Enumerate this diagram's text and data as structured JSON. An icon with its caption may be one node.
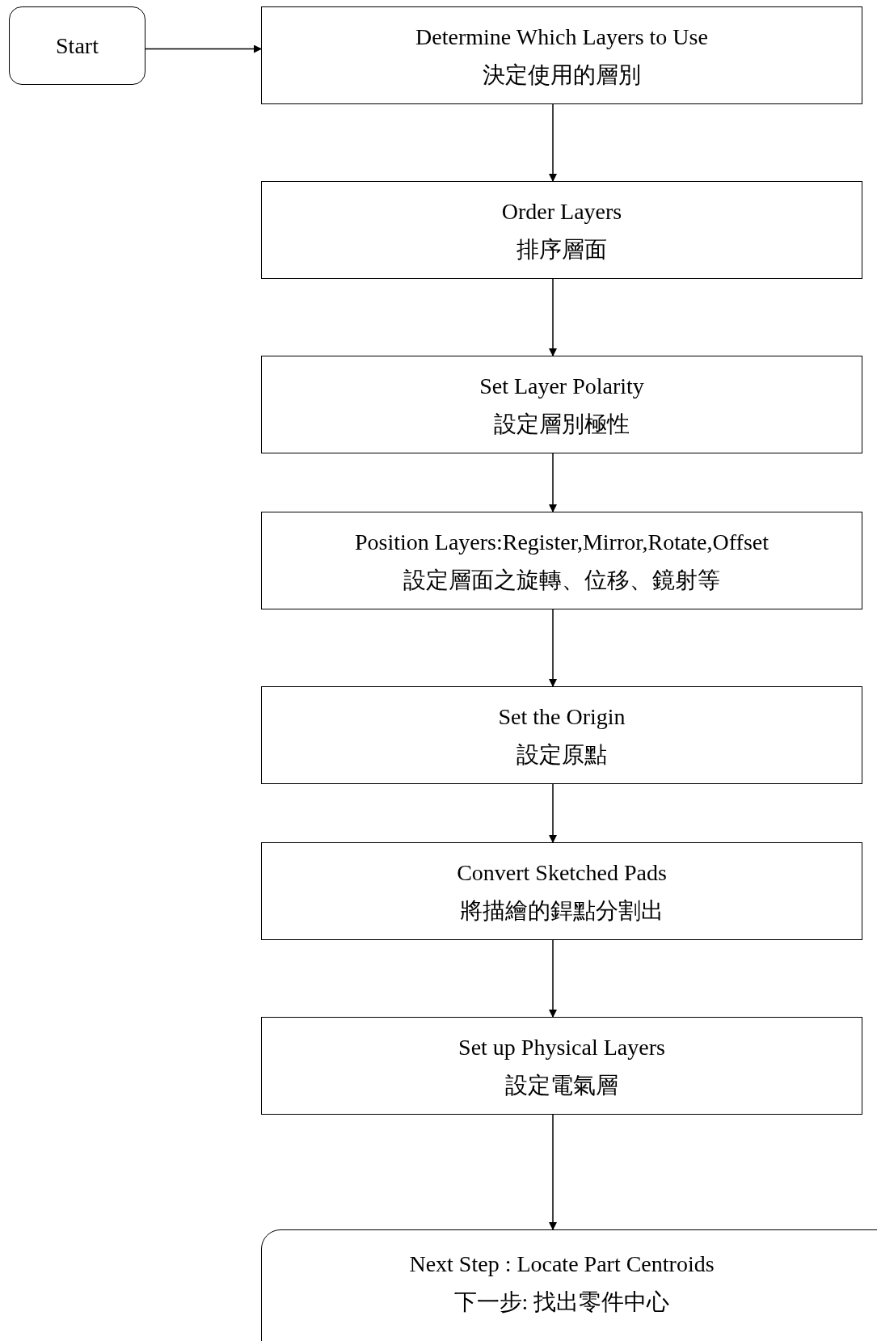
{
  "diagram": {
    "nodes": [
      {
        "text": [
          "Start"
        ]
      },
      {
        "text": [
          "Determine Which Layers to Use",
          "決定使用的層別"
        ]
      },
      {
        "text": [
          "Order Layers",
          "排序層面"
        ]
      },
      {
        "text": [
          "Set Layer Polarity",
          "設定層別極性"
        ]
      },
      {
        "text": [
          "Position Layers:Register,Mirror,Rotate,Offset",
          "設定層面之旋轉、位移、鏡射等"
        ]
      },
      {
        "text": [
          "Set the Origin",
          "設定原點"
        ]
      },
      {
        "text": [
          "Convert Sketched Pads",
          "將描繪的銲點分割出"
        ]
      },
      {
        "text": [
          "Set up Physical Layers",
          "設定電氣層"
        ]
      },
      {
        "text": [
          "Next Step : Locate Part Centroids",
          "下一步:  找出零件中心"
        ]
      }
    ],
    "edges": [
      {
        "from": 0,
        "to": 1,
        "arrow": "to"
      },
      {
        "from": 1,
        "to": 2,
        "arrow": "to"
      },
      {
        "from": 2,
        "to": 3,
        "arrow": "to"
      },
      {
        "from": 3,
        "to": 4,
        "arrow": "to"
      },
      {
        "from": 4,
        "to": 5,
        "arrow": "to"
      },
      {
        "from": 5,
        "to": 6,
        "arrow": "to"
      },
      {
        "from": 6,
        "to": 7,
        "arrow": "to"
      },
      {
        "from": 7,
        "to": 8,
        "arrow": "to"
      }
    ]
  }
}
